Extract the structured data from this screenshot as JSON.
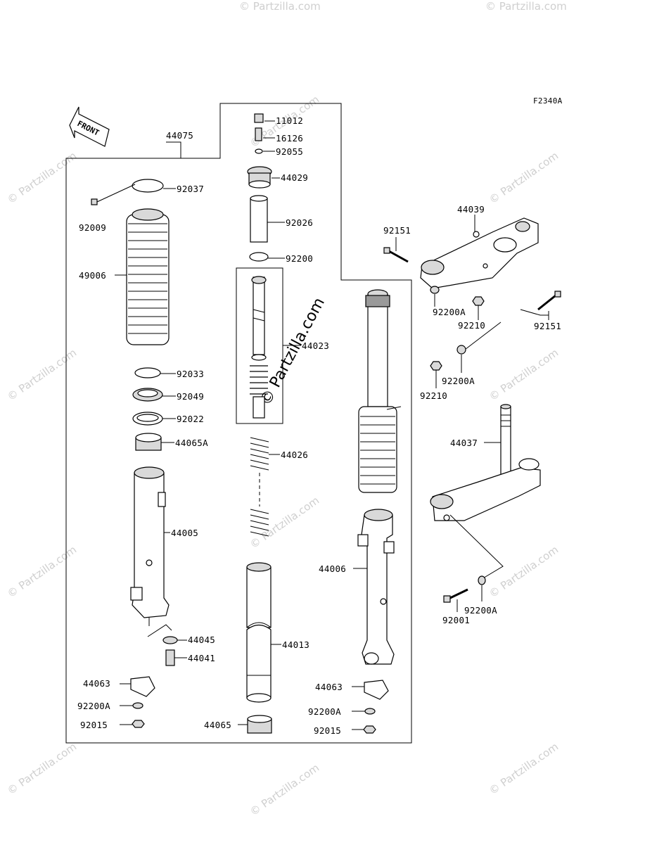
{
  "diagram": {
    "code": "F2340A",
    "front_label": "FRONT",
    "watermark": "© Partzilla.com",
    "watermark_center": "© Partzilla.com",
    "parts": {
      "p44075": "44075",
      "p11012": "11012",
      "p16126": "16126",
      "p92055": "92055",
      "p44029": "44029",
      "p92037": "92037",
      "p92009": "92009",
      "p92026": "92026",
      "p49006": "49006",
      "p92200": "92200",
      "p44023": "44023",
      "p92033": "92033",
      "p92049": "92049",
      "p92022": "92022",
      "p44065A": "44065A",
      "p44026": "44026",
      "p44005": "44005",
      "p44006": "44006",
      "p44045": "44045",
      "p44041": "44041",
      "p44013": "44013",
      "p44063_l": "44063",
      "p92200A_l": "92200A",
      "p92015_l": "92015",
      "p44065": "44065",
      "p44063_r": "44063",
      "p92200A_r": "92200A",
      "p92015_r": "92015",
      "p44039": "44039",
      "p92151_a": "92151",
      "p92200A_a": "92200A",
      "p92210_a": "92210",
      "p92151_b": "92151",
      "p92210_b": "92210",
      "p92200A_b": "92200A",
      "p44037": "44037",
      "p92001": "92001",
      "p92200A_c": "92200A"
    }
  }
}
